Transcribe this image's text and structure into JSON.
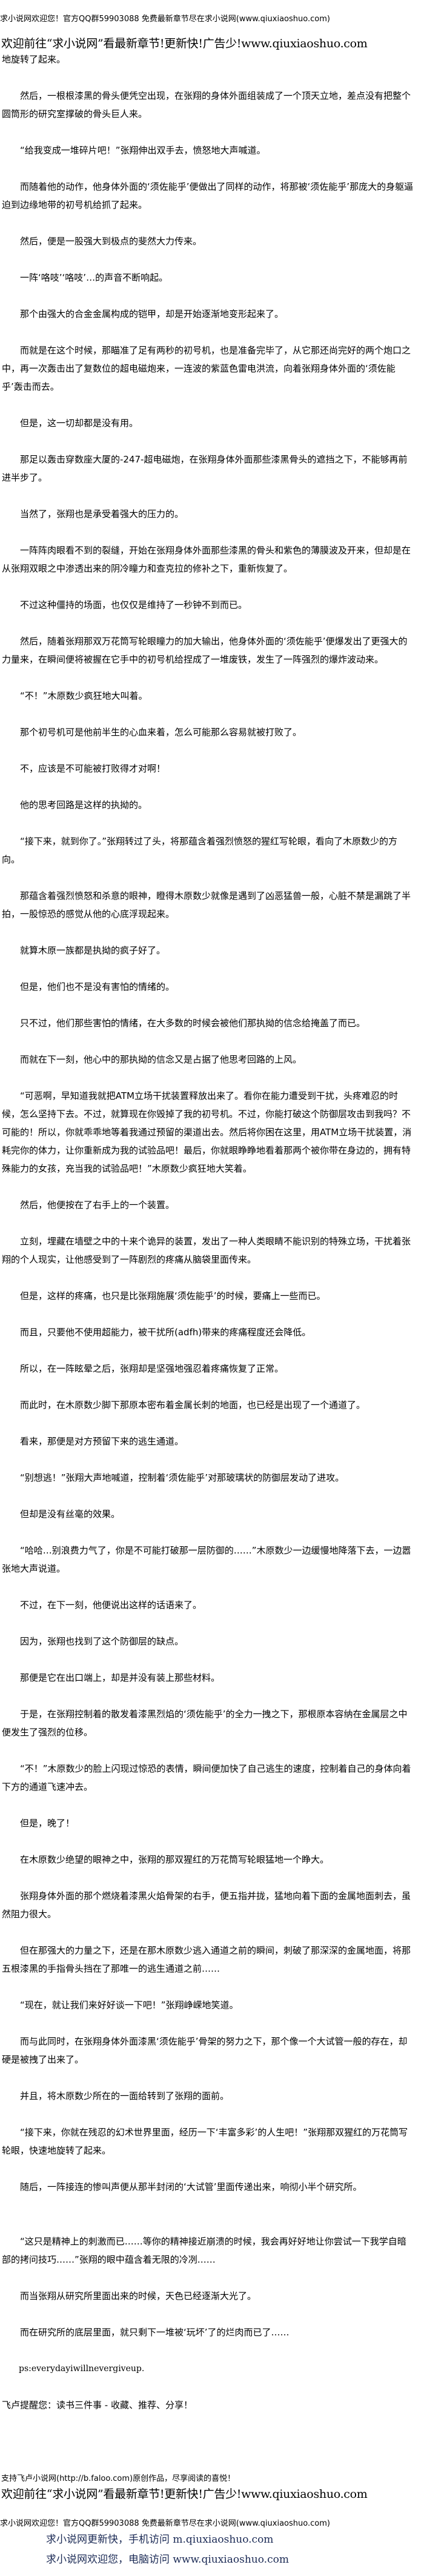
{
  "header": {
    "qq_notice": "求小说网欢迎您！官方QQ群59903088 免费最新章节尽在求小说网(www.qiuxiaoshuo.com)",
    "promo": "欢迎前往“求小说网”看最新章节!更新快!广告少!www.qiuxiaoshuo.com"
  },
  "paragraphs": [
    {
      "text": "地旋转了起来。",
      "style": "cont"
    },
    {
      "text": "然后，一根根漆黑的骨头便凭空出现，在张翔的身体外面组装成了一个顶天立地，差点没有把整个圆筒形的研究室撑破的骨头巨人来。"
    },
    {
      "text": "“给我变成一堆碎片吧！”张翔伸出双手去，愤怒地大声喊道。"
    },
    {
      "text": "而随着他的动作，他身体外面的‘须佐能乎’便做出了同样的动作，将那被‘须佐能乎’那庞大的身躯逼迫到边缘地带的初号机给抓了起来。"
    },
    {
      "text": "然后，便是一股强大到极点的斐然大力传来。"
    },
    {
      "text": "一阵‘咯吱’‘咯吱’…的声音不断响起。"
    },
    {
      "text": "那个由强大的合金金属构成的铠甲，却是开始逐渐地变形起来了。"
    },
    {
      "text": "而就是在这个时候，那瞄准了足有两秒的初号机，也是准备完毕了，从它那还尚完好的两个炮口之中，再一次轰击出了复数位的超电磁炮来，一连波的紫蓝色雷电洪流，向着张翔身体外面的‘须佐能乎’轰击而去。"
    },
    {
      "text": "但是，这一切却都是没有用。"
    },
    {
      "text": "那足以轰击穿数座大厦的-247-超电磁炮，在张翔身体外面那些漆黑骨头的遮挡之下，不能够再前进半步了。"
    },
    {
      "text": "当然了，张翔也是承受着强大的压力的。"
    },
    {
      "text": "一阵阵肉眼看不到的裂缝，开始在张翔身体外面那些漆黑的骨头和紫色的薄膜波及开来，但却是在从张翔双眼之中渗透出来的阴冷瞳力和查克拉的修补之下，重新恢复了。"
    },
    {
      "text": "不过这种僵持的场面，也仅仅是维持了一秒钟不到而已。"
    },
    {
      "text": "然后，随着张翔那双万花筒写轮眼瞳力的加大输出，他身体外面的‘须佐能乎’便爆发出了更强大的力量来，在瞬间便将被握在它手中的初号机给捏成了一堆废铁，发生了一阵强烈的爆炸波动来。"
    },
    {
      "text": "“不！”木原数少疯狂地大叫着。"
    },
    {
      "text": "那个初号机可是他前半生的心血来着，怎么可能那么容易就被打败了。"
    },
    {
      "text": "不，应该是不可能被打败得才对啊！"
    },
    {
      "text": "他的思考回路是这样的执拗的。"
    },
    {
      "text": "“接下来，就到你了。”张翔转过了头，将那蕴含着强烈愤怒的猩红写轮眼，看向了木原数少的方向。"
    },
    {
      "text": "那蕴含着强烈愤怒和杀意的眼神，瞪得木原数少就像是遇到了凶恶猛兽一般，心脏不禁是漏跳了半拍，一股惊恐的感觉从他的心底浮现起来。"
    },
    {
      "text": "就算木原一族都是执拗的疯子好了。"
    },
    {
      "text": "但是，他们也不是没有害怕的情绪的。"
    },
    {
      "text": "只不过，他们那些害怕的情绪，在大多数的时候会被他们那执拗的信念给掩盖了而已。"
    },
    {
      "text": "而就在下一刻，他心中的那执拗的信念又是占据了他思考回路的上风。"
    },
    {
      "text": "“可恶啊，早知道我就把ATM立场干扰装置释放出来了。看你在能力遭受到干扰，头疼难忍的时候，怎么坚持下去。不过，就算现在你毁掉了我的初号机。不过，你能打破这个防御层攻击到我吗？不可能的！所以，你就乖乖地等着我通过预留的渠道出去。然后将你困在这里，用ATM立场干扰装置，消耗完你的体力，让你重新成为我的试验品吧！最后，你就眼睁睁地看着那两个被你带在身边的，拥有特殊能力的女孩，充当我的试验品吧！”木原数少疯狂地大笑着。"
    },
    {
      "text": "然后，他便按在了右手上的一个装置。"
    },
    {
      "text": "立刻，埋藏在墙壁之中的十来个诡异的装置，发出了一种人类眼睛不能识别的特殊立场，干扰着张翔的个人现实，让他感受到了一阵剧烈的疼痛从脑袋里面传来。"
    },
    {
      "text": "但是，这样的疼痛，也只是比张翔施展‘须佐能乎’的时候，要痛上一些而已。"
    },
    {
      "text": "而且，只要他不使用超能力，被干扰所(adfh)带来的疼痛程度还会降低。"
    },
    {
      "text": "所以，在一阵眩晕之后，张翔却是坚强地强忍着疼痛恢复了正常。"
    },
    {
      "text": "而此时，在木原数少脚下那原本密布着金属长刺的地面，也已经是出现了一个通道了。"
    },
    {
      "text": "看来，那便是对方预留下来的逃生通道。"
    },
    {
      "text": "“别想逃！”张翔大声地喊道，控制着‘须佐能乎’对那玻璃状的防御层发动了进攻。"
    },
    {
      "text": "但却是没有丝毫的效果。"
    },
    {
      "text": "“哈哈…别浪费力气了，你是不可能打破那一层防御的……”木原数少一边缓慢地降落下去，一边嚣张地大声说道。"
    },
    {
      "text": "不过，在下一刻，他便说出这样的话语来了。"
    },
    {
      "text": "因为，张翔也找到了这个防御层的缺点。"
    },
    {
      "text": "那便是它在出口端上，却是并没有装上那些材料。"
    },
    {
      "text": "于是，在张翔控制着的散发着漆黑烈焰的‘须佐能乎’的全力一拽之下，那根原本容纳在金属层之中便发生了强烈的位移。"
    },
    {
      "text": "“不！”木原数少的脸上闪现过惊恐的表情，瞬间便加快了自己逃生的速度，控制着自己的身体向着下方的通道飞速冲去。"
    },
    {
      "text": "但是，晚了！"
    },
    {
      "text": "在木原数少绝望的眼神之中，张翔的那双猩红的万花筒写轮眼猛地一个睁大。"
    },
    {
      "text": "张翔身体外面的那个燃烧着漆黑火焰骨架的右手，便五指并拢，猛地向着下面的金属地面刺去，虽然阻力很大。"
    },
    {
      "text": "但在那强大的力量之下，还是在那木原数少逃入通道之前的瞬间，刺破了那深深的金属地面，将那五根漆黑的手指骨头挡在了那唯一的逃生通道之前……"
    },
    {
      "text": "“现在，就让我们来好好谈一下吧！”张翔峥嵘地笑道。"
    },
    {
      "text": "而与此同时，在张翔身体外面漆黑‘须佐能乎’骨架的努力之下，那个像一个大试管一般的存在，却硬是被拽了出来了。"
    },
    {
      "text": "并且，将木原数少所在的一面给转到了张翔的面前。"
    },
    {
      "text": "“接下来，你就在残忍的幻术世界里面，经历一下‘丰富多彩’的人生吧！”张翔那双猩红的万花筒写轮眼，快速地旋转了起来。"
    },
    {
      "text": "随后，一阵接连的惨叫声便从那半封闭的‘大试管’里面传递出来，响彻小半个研究所。",
      "style": "big-gap"
    },
    {
      "text": "“这只是精神上的刺激而已……等你的精神接近崩溃的时候，我会再好好地让你尝试一下我学自暗部的拷问技巧……”张翔的眼中蕴含着无限的冷冽……"
    },
    {
      "text": "而当张翔从研究所里面出来的时候，天色已经逐渐大光了。"
    },
    {
      "text": "而在研究所的底层里面，就只剩下一堆被‘玩坏’了的烂肉而已了……"
    },
    {
      "text": "ps:everydayiwillnevergiveup.",
      "style": "ps"
    },
    {
      "text": "飞卢提醒您：读书三件事 - 收藏、推荐、分享！",
      "style": "cont"
    }
  ],
  "footer": {
    "support": "支持飞卢小说网(http://b.faloo.com)原创作品，尽享阅读的喜悦！",
    "promo": "欢迎前往“求小说网”看最新章节!更新快!广告少!www.qiuxiaoshuo.com",
    "qq_notice": "求小说网欢迎您！官方QQ群59903088 免费最新章节尽在求小说网(www.qiuxiaoshuo.com)",
    "mobile_link": "求小说网更新快，手机访问 m.qiuxiaoshuo.com",
    "pc_link": "求小说网欢迎您，电脑访问 www.qiuxiaoshuo.com"
  }
}
